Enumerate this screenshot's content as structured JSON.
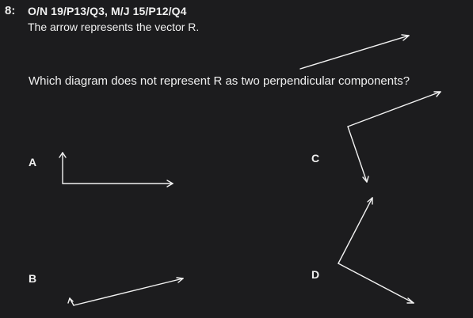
{
  "question_number": "8:",
  "reference": "O/N 19/P13/Q3, M/J 15/P12/Q4",
  "stem": "The arrow represents the vector R.",
  "question": "Which diagram does not represent R as two perpendicular components?",
  "options": {
    "a": "A",
    "b": "B",
    "c": "C",
    "d": "D"
  },
  "colors": {
    "background": "#1c1c1e",
    "foreground": "#f0f0f0"
  }
}
